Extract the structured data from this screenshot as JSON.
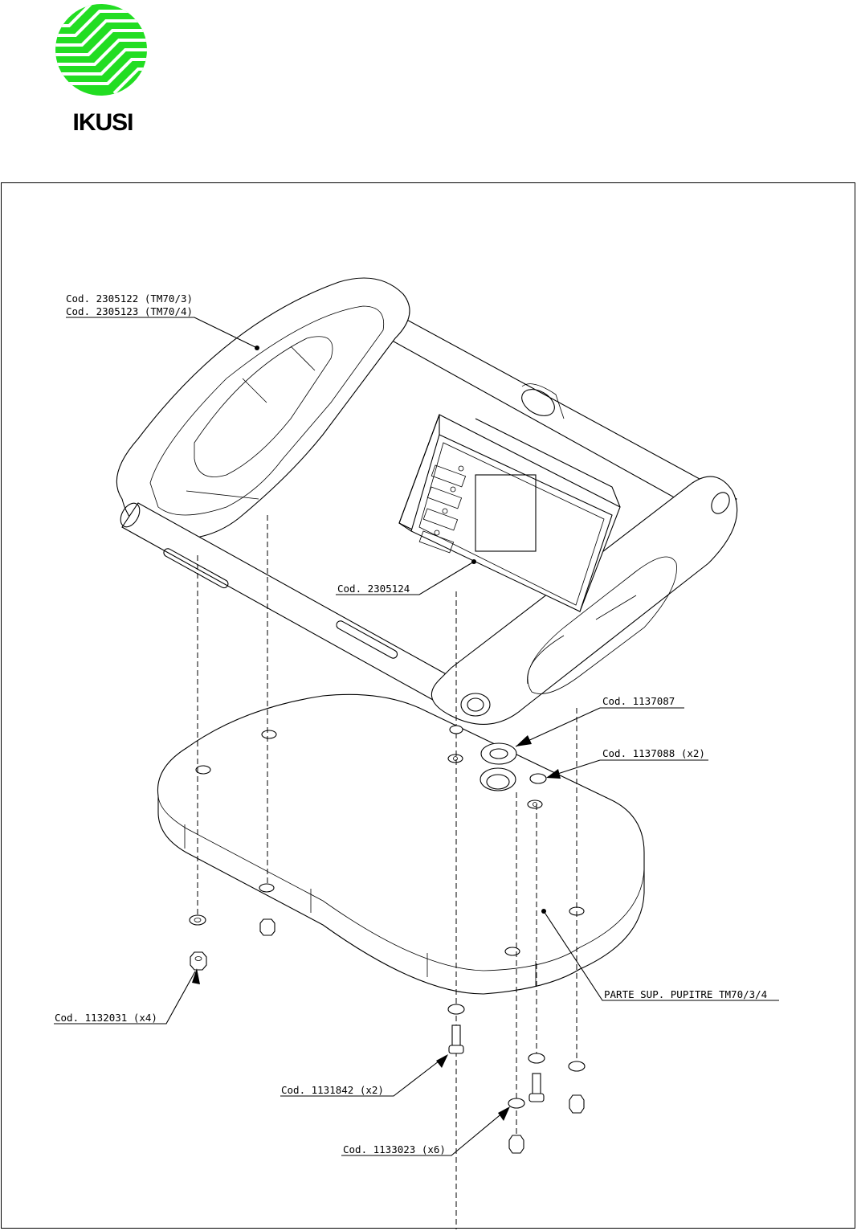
{
  "logo": {
    "brand": "IKUSI",
    "color": "#22dd22"
  },
  "drawing": {
    "labels": {
      "frame_tm70_3": "Cod. 2305122 (TM70/3)",
      "frame_tm70_4": "Cod. 2305123 (TM70/4)",
      "display": "Cod. 2305124",
      "grommet": "Cod. 1137087",
      "washer_rubber": "Cod. 1137088 (x2)",
      "nut": "Cod. 1132031 (x4)",
      "top_plate": "PARTE SUP. PUPITRE TM70/3/4",
      "screw": "Cod. 1131842 (x2)",
      "washer": "Cod. 1133023 (x6)"
    }
  }
}
